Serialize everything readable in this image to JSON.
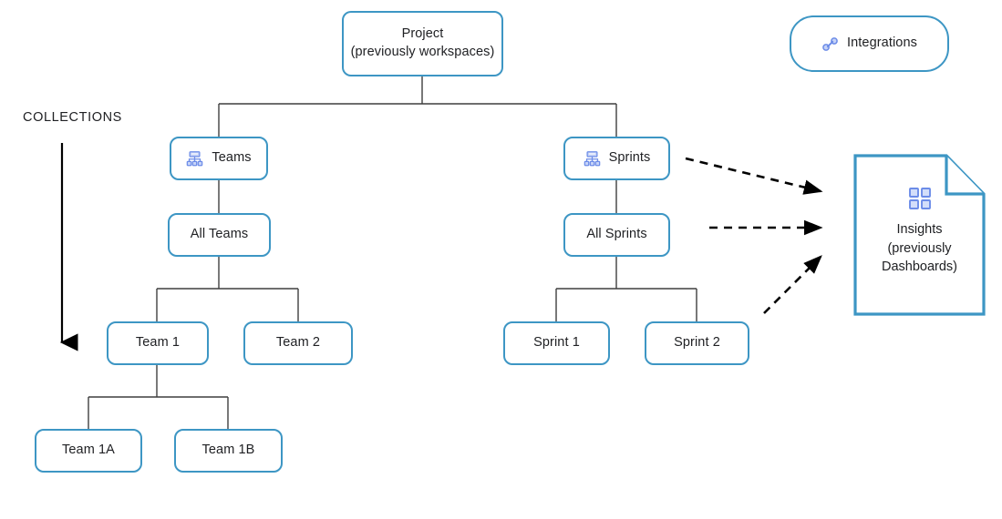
{
  "diagram": {
    "title_label": "COLLECTIONS",
    "colors": {
      "node_border": "#3d96c4",
      "connector": "#3f3f3f",
      "icon_blue": "#6c8ce8",
      "icon_fill": "#c6d3f7",
      "text": "#202124",
      "background": "#ffffff"
    },
    "nodes": {
      "project": {
        "label": "Project\n(previously workspaces)",
        "shape": "rounded-rect"
      },
      "integrations": {
        "label": "Integrations",
        "icon": "link-chain-icon",
        "shape": "pill"
      },
      "teams": {
        "label": "Teams",
        "icon": "org-chart-icon",
        "shape": "rounded-rect"
      },
      "sprints": {
        "label": "Sprints",
        "icon": "org-chart-icon",
        "shape": "rounded-rect"
      },
      "all_teams": {
        "label": "All Teams",
        "shape": "rounded-rect"
      },
      "all_sprints": {
        "label": "All Sprints",
        "shape": "rounded-rect"
      },
      "team_1": {
        "label": "Team 1",
        "shape": "rounded-rect"
      },
      "team_2": {
        "label": "Team 2",
        "shape": "rounded-rect"
      },
      "team_1a": {
        "label": "Team 1A",
        "shape": "rounded-rect"
      },
      "team_1b": {
        "label": "Team 1B",
        "shape": "rounded-rect"
      },
      "sprint_1": {
        "label": "Sprint 1",
        "shape": "rounded-rect"
      },
      "sprint_2": {
        "label": "Sprint 2",
        "shape": "rounded-rect"
      },
      "insights": {
        "label": "Insights\n(previously\nDashboards)",
        "icon": "dashboard-grid-icon",
        "shape": "document-folded-corner"
      }
    },
    "edges": [
      {
        "from": "project",
        "to": "teams",
        "style": "solid"
      },
      {
        "from": "project",
        "to": "sprints",
        "style": "solid"
      },
      {
        "from": "teams",
        "to": "all_teams",
        "style": "solid"
      },
      {
        "from": "all_teams",
        "to": "team_1",
        "style": "solid"
      },
      {
        "from": "all_teams",
        "to": "team_2",
        "style": "solid"
      },
      {
        "from": "team_1",
        "to": "team_1a",
        "style": "solid"
      },
      {
        "from": "team_1",
        "to": "team_1b",
        "style": "solid"
      },
      {
        "from": "sprints",
        "to": "all_sprints",
        "style": "solid"
      },
      {
        "from": "all_sprints",
        "to": "sprint_1",
        "style": "solid"
      },
      {
        "from": "all_sprints",
        "to": "sprint_2",
        "style": "solid"
      },
      {
        "from": "sprints",
        "to": "insights",
        "style": "dashed-arrow"
      },
      {
        "from": "all_sprints",
        "to": "insights",
        "style": "dashed-arrow"
      },
      {
        "from": "sprint_2",
        "to": "insights",
        "style": "dashed-arrow"
      }
    ],
    "collections_arrow": {
      "direction": "down",
      "label": "COLLECTIONS"
    }
  }
}
